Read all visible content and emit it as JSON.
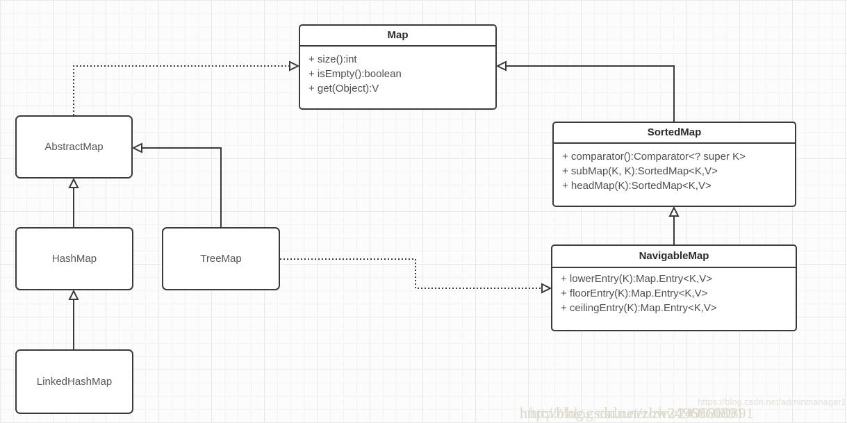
{
  "diagram": {
    "classes": {
      "map": {
        "name": "Map",
        "methods": [
          "+ size():int",
          "+ isEmpty():boolean",
          "+ get(Object):V"
        ]
      },
      "sortedmap": {
        "name": "SortedMap",
        "methods": [
          "+ comparator():Comparator<? super K>",
          "+ subMap(K, K):SortedMap<K,V>",
          "+ headMap(K):SortedMap<K,V>"
        ]
      },
      "navigablemap": {
        "name": "NavigableMap",
        "methods": [
          "+ lowerEntry(K):Map.Entry<K,V>",
          "+ floorEntry(K):Map.Entry<K,V>",
          "+ ceilingEntry(K):Map.Entry<K,V>"
        ]
      },
      "abstractmap": {
        "name": "AbstractMap"
      },
      "hashmap": {
        "name": "HashMap"
      },
      "treemap": {
        "name": "TreeMap"
      },
      "linkedhashmap": {
        "name": "LinkedHashMap"
      }
    },
    "relations": [
      {
        "from": "AbstractMap",
        "to": "Map",
        "style": "dashed",
        "head": "open-triangle"
      },
      {
        "from": "SortedMap",
        "to": "Map",
        "style": "solid",
        "head": "open-triangle"
      },
      {
        "from": "NavigableMap",
        "to": "SortedMap",
        "style": "solid",
        "head": "open-triangle"
      },
      {
        "from": "HashMap",
        "to": "AbstractMap",
        "style": "solid",
        "head": "open-triangle"
      },
      {
        "from": "TreeMap",
        "to": "AbstractMap",
        "style": "solid",
        "head": "open-triangle"
      },
      {
        "from": "LinkedHashMap",
        "to": "HashMap",
        "style": "solid",
        "head": "open-triangle"
      },
      {
        "from": "TreeMap",
        "to": "NavigableMap",
        "style": "dashed",
        "head": "open-triangle"
      }
    ],
    "colors": {
      "box_border": "#3a3a3a",
      "box_fill": "#ffffff",
      "title_text": "#2b2b2b",
      "body_text": "#4f4f4f",
      "grid_minor": "#f3f3f3",
      "grid_major": "#e9e9e9",
      "background": "#fcfcfc",
      "watermark": "#d9d6c9"
    },
    "watermark": {
      "sans": "https://blog.csdn.net/adminmanager1",
      "serif": "http://blog.csdn.net/zhw2496860891"
    }
  }
}
